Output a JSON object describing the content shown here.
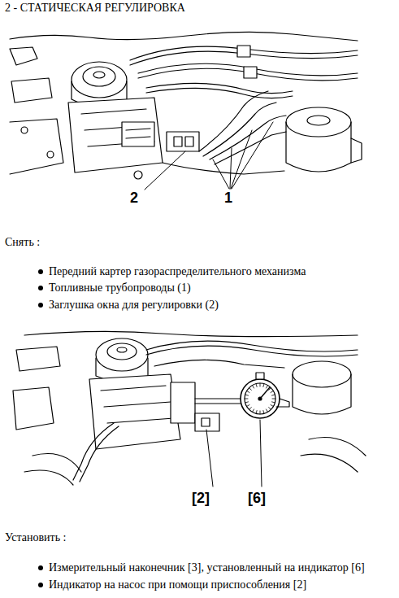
{
  "diagram": {
    "title": "2 - СТАТИЧЕСКАЯ РЕГУЛИРОВКА",
    "labels": [
      "2",
      "1",
      "Снять :",
      "Передний картер газораспределительного механизма",
      "Топливные трубопроводы (1)",
      "Заглушка окна для регулировки (2)",
      "[2]",
      "[6]",
      "Установить :",
      "Измерительный наконечник [3], установленный на индикатор [6]",
      "Индикатор на насос при помощи приспособления [2]"
    ]
  }
}
